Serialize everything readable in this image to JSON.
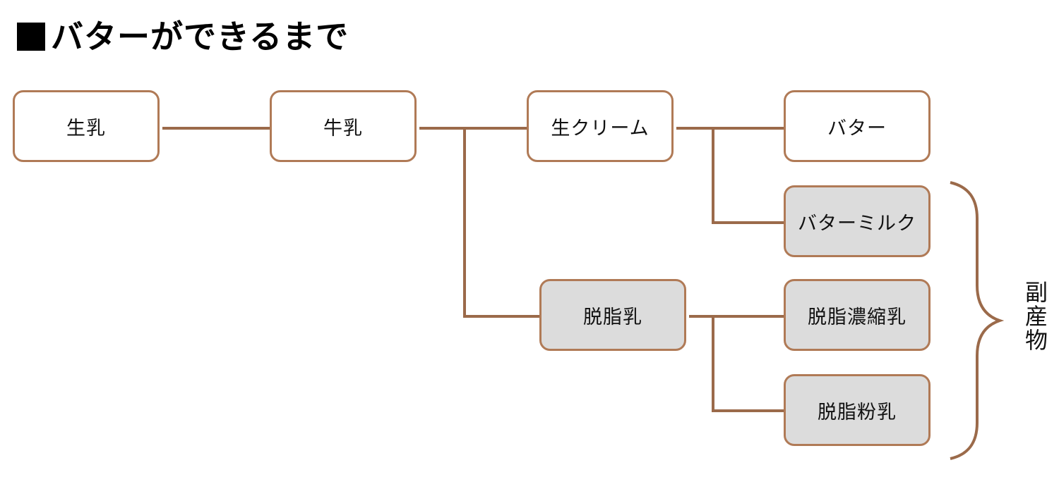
{
  "title": "■バターができるまで",
  "title_text": "バターができるまで",
  "nodes": {
    "raw_milk": "生乳",
    "milk": "牛乳",
    "fresh_cream": "生クリーム",
    "butter": "バター",
    "buttermilk": "バターミルク",
    "skim_milk": "脱脂乳",
    "condensed_skim_milk": "脱脂濃縮乳",
    "skim_milk_powder": "脱脂粉乳"
  },
  "byproducts_label": "副産物",
  "colors": {
    "connector": "#9b6a4a",
    "box_border": "#b07a56",
    "byproduct_fill": "#dcdcdc",
    "primary_fill": "#ffffff"
  }
}
